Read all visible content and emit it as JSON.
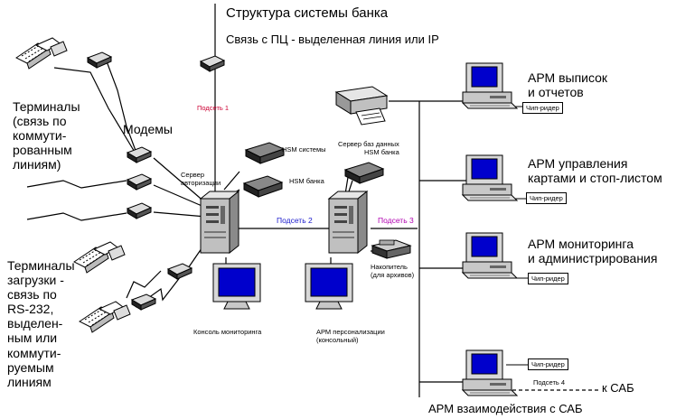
{
  "title": "Структура системы банка",
  "pc_link": "Связь с ПЦ - выделенная линия или IP",
  "terminals_dialup": "Терминалы\n(связь по\nкоммути-\nрованным\nлиниям)",
  "modems": "Модемы",
  "terminals_load": "Терминалы\nзагрузки - \nсвязь по\nRS-232,\nвыделен-\nным или\nкоммути-\nруемым\nлиниям",
  "subnet1": "Подсеть 1",
  "subnet2": "Подсеть 2",
  "subnet3": "Подсеть 3",
  "subnet4": "Подсеть 4",
  "hsm_system": "HSM системы",
  "hsm_bank": "HSM банка",
  "auth_server": "Сервер\nавторизации",
  "db_server": "Сервер баз данных\nHSM банка",
  "storage": "Накопитель\n(для архивов)",
  "monitoring_console": "Консоль мониторинга",
  "personalization_arm": "АРМ персонализации\n(консольный)",
  "arm_statements": "АРМ выписок\nи отчетов",
  "arm_cards": "АРМ управления\nкартами и стоп-листом",
  "arm_monitoring": "АРМ мониторинга\nи администрирования",
  "arm_sab": "АРМ взаимодействия с САБ",
  "to_sab": "к САБ",
  "chip_reader": "Чип-ридер",
  "colors": {
    "subnet1": "#cc0033",
    "subnet2": "#1a1acc",
    "subnet3": "#b000b0",
    "screen": "#0000cc"
  }
}
